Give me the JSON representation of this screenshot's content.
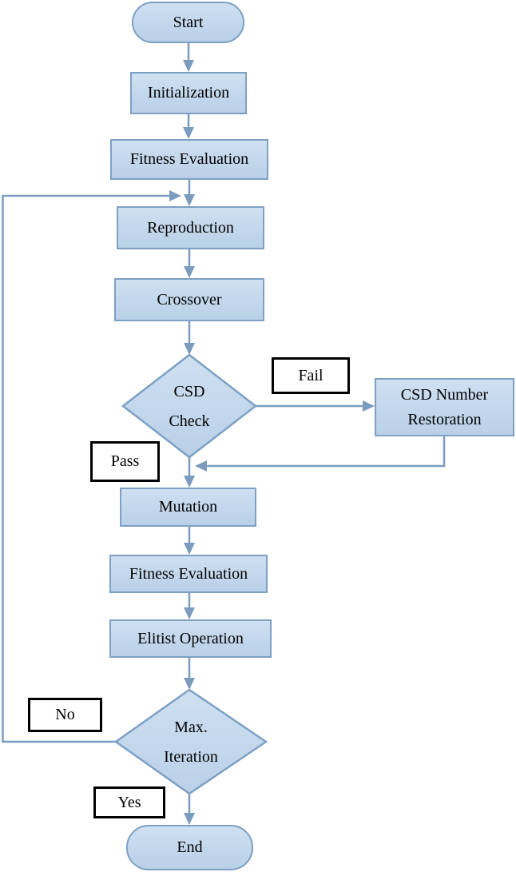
{
  "colors": {
    "node_fill_top": "#cfe0f1",
    "node_fill_bottom": "#b9d0e8",
    "node_border": "#7da0c4",
    "connector": "#7b9cbe",
    "label_bg": "#ffffff",
    "label_border": "#000000",
    "text": "#000000"
  },
  "nodes": {
    "start": {
      "type": "terminator",
      "label": "Start"
    },
    "initialization": {
      "type": "process",
      "label": "Initialization"
    },
    "fitness_evaluation_1": {
      "type": "process",
      "label": "Fitness Evaluation"
    },
    "reproduction": {
      "type": "process",
      "label": "Reproduction"
    },
    "crossover": {
      "type": "process",
      "label": "Crossover"
    },
    "csd_check": {
      "type": "decision",
      "lines": [
        "CSD",
        "Check"
      ]
    },
    "csd_number_restoration": {
      "type": "process",
      "lines": [
        "CSD Number",
        "Restoration"
      ]
    },
    "mutation": {
      "type": "process",
      "label": "Mutation"
    },
    "fitness_evaluation_2": {
      "type": "process",
      "label": "Fitness Evaluation"
    },
    "elitist_operation": {
      "type": "process",
      "label": "Elitist Operation"
    },
    "max_iteration": {
      "type": "decision",
      "lines": [
        "Max.",
        "Iteration"
      ]
    },
    "end": {
      "type": "terminator",
      "label": "End"
    }
  },
  "edge_labels": {
    "fail": "Fail",
    "pass": "Pass",
    "no": "No",
    "yes": "Yes"
  },
  "edges": [
    {
      "from": "start",
      "to": "initialization"
    },
    {
      "from": "initialization",
      "to": "fitness_evaluation_1"
    },
    {
      "from": "fitness_evaluation_1",
      "to": "reproduction"
    },
    {
      "from": "reproduction",
      "to": "crossover"
    },
    {
      "from": "crossover",
      "to": "csd_check"
    },
    {
      "from": "csd_check",
      "to": "csd_number_restoration",
      "label": "Fail"
    },
    {
      "from": "csd_number_restoration",
      "to": "mutation"
    },
    {
      "from": "csd_check",
      "to": "mutation",
      "label": "Pass"
    },
    {
      "from": "mutation",
      "to": "fitness_evaluation_2"
    },
    {
      "from": "fitness_evaluation_2",
      "to": "elitist_operation"
    },
    {
      "from": "elitist_operation",
      "to": "max_iteration"
    },
    {
      "from": "max_iteration",
      "to": "reproduction",
      "label": "No"
    },
    {
      "from": "max_iteration",
      "to": "end",
      "label": "Yes"
    }
  ]
}
